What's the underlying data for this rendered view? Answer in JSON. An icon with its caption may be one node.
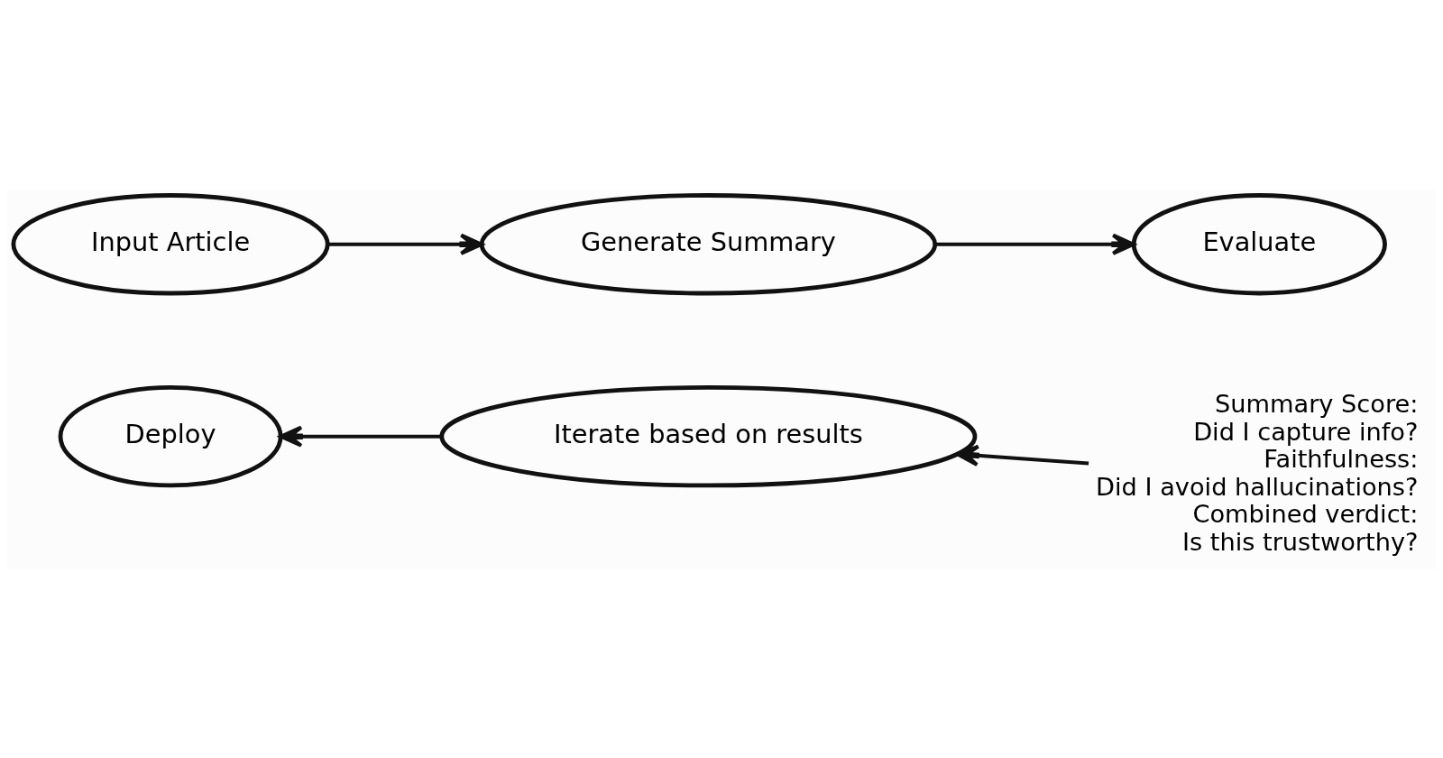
{
  "diagram": {
    "nodes": [
      {
        "text": [
          "Input Article"
        ]
      },
      {
        "text": [
          "Generate Summary"
        ]
      },
      {
        "text": [
          "Evaluate"
        ]
      },
      {
        "text": [
          "Iterate based on results"
        ]
      },
      {
        "text": [
          "Deploy"
        ]
      },
      {
        "text": [
          "Summary Score:",
          "Did I capture info?",
          "Faithfulness:",
          "Did I avoid hallucinations?",
          "Combined verdict:",
          "Is this trustworthy?"
        ]
      }
    ],
    "edges": [
      {
        "from": 0,
        "to": 1,
        "arrow": "to"
      },
      {
        "from": 1,
        "to": 2,
        "arrow": "to"
      },
      {
        "from": 5,
        "to": 3,
        "arrow": "to"
      },
      {
        "from": 3,
        "to": 4,
        "arrow": "to"
      }
    ]
  }
}
